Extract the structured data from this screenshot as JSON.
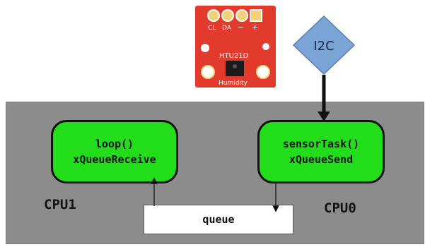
{
  "sensor_board": {
    "pin_labels": [
      "CL",
      "DA",
      "−",
      "+"
    ],
    "model": "HTU21D",
    "caption": "Humidity",
    "board_color": "#e23b2e"
  },
  "i2c": {
    "label": "I2C",
    "color": "#7aa3d6"
  },
  "tasks": {
    "loop": {
      "line1": "loop()",
      "line2": "xQueueReceive"
    },
    "sensor": {
      "line1": "sensorTask()",
      "line2": "xQueueSend"
    }
  },
  "cpus": {
    "cpu1": "CPU1",
    "cpu0": "CPU0"
  },
  "queue": {
    "label": "queue"
  },
  "colors": {
    "panel": "#8c8c8c",
    "task_fill": "#22dd1a"
  }
}
